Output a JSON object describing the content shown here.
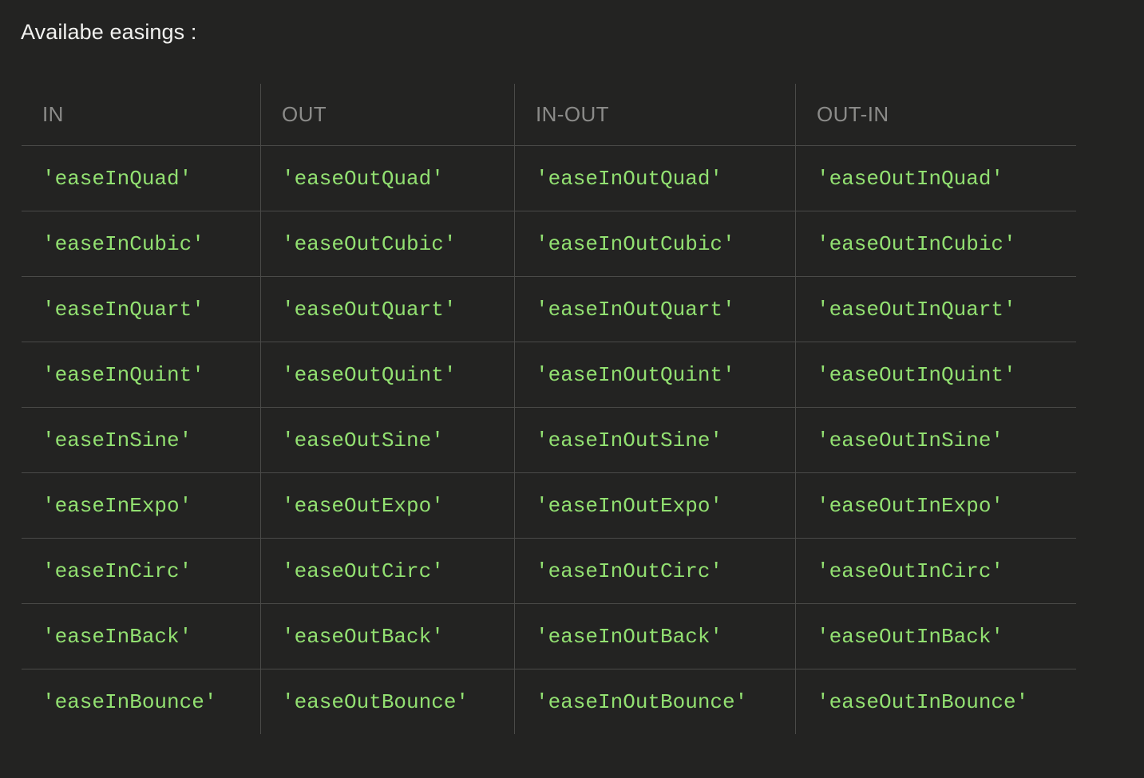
{
  "page": {
    "title": "Availabe easings :",
    "background_color": "#232322",
    "title_color": "#f2f2f0"
  },
  "table": {
    "border_color": "#4a4a48",
    "header_color": "#8b8b89",
    "cell_color": "#92e071",
    "headers": [
      "IN",
      "OUT",
      "IN-OUT",
      "OUT-IN"
    ],
    "rows": [
      [
        "'easeInQuad'",
        "'easeOutQuad'",
        "'easeInOutQuad'",
        "'easeOutInQuad'"
      ],
      [
        "'easeInCubic'",
        "'easeOutCubic'",
        "'easeInOutCubic'",
        "'easeOutInCubic'"
      ],
      [
        "'easeInQuart'",
        "'easeOutQuart'",
        "'easeInOutQuart'",
        "'easeOutInQuart'"
      ],
      [
        "'easeInQuint'",
        "'easeOutQuint'",
        "'easeInOutQuint'",
        "'easeOutInQuint'"
      ],
      [
        "'easeInSine'",
        "'easeOutSine'",
        "'easeInOutSine'",
        "'easeOutInSine'"
      ],
      [
        "'easeInExpo'",
        "'easeOutExpo'",
        "'easeInOutExpo'",
        "'easeOutInExpo'"
      ],
      [
        "'easeInCirc'",
        "'easeOutCirc'",
        "'easeInOutCirc'",
        "'easeOutInCirc'"
      ],
      [
        "'easeInBack'",
        "'easeOutBack'",
        "'easeInOutBack'",
        "'easeOutInBack'"
      ],
      [
        "'easeInBounce'",
        "'easeOutBounce'",
        "'easeInOutBounce'",
        "'easeOutInBounce'"
      ]
    ]
  }
}
